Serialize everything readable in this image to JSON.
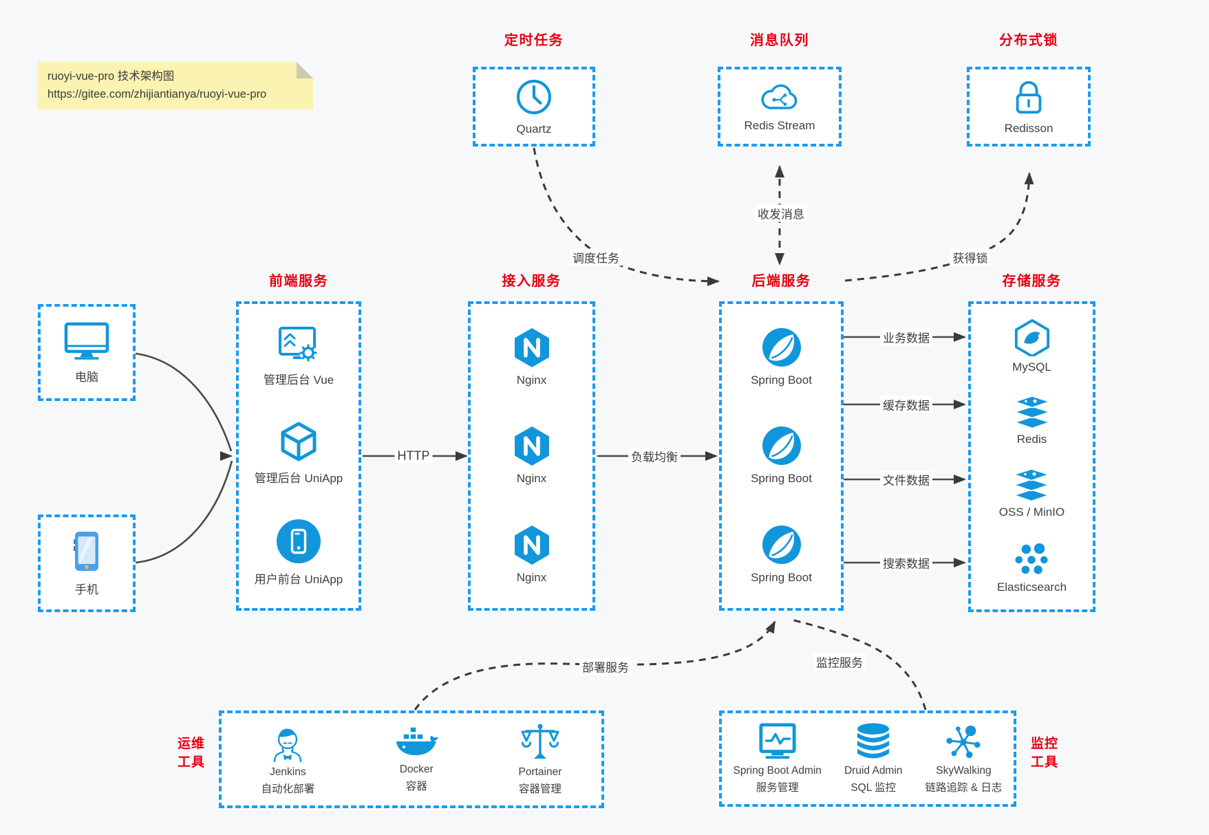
{
  "palette": {
    "accent_blue": "#1296db",
    "dash_border_blue": "#1b9bf0",
    "title_red": "#e60012",
    "note_yellow": "#faf3b2",
    "connector_dark": "#3a3a3a",
    "box_bg": "#ffffff",
    "canvas_bg": "#f7f8f9"
  },
  "note": {
    "line1": "ruoyi-vue-pro 技术架构图",
    "line2": "https://gitee.com/zhijiantianya/ruoyi-vue-pro"
  },
  "top_groups": [
    {
      "title": "定时任务",
      "item": {
        "icon": "clock-icon",
        "label": "Quartz"
      }
    },
    {
      "title": "消息队列",
      "item": {
        "icon": "cloud-mq-icon",
        "label": "Redis Stream"
      }
    },
    {
      "title": "分布式锁",
      "item": {
        "icon": "lock-icon",
        "label": "Redisson"
      }
    }
  ],
  "clients": [
    {
      "icon": "desktop-icon",
      "label": "电脑"
    },
    {
      "icon": "smartphone-icon",
      "label": "手机"
    }
  ],
  "columns": [
    {
      "title": "前端服务",
      "items": [
        {
          "icon": "admin-vue-icon",
          "label": "管理后台 Vue"
        },
        {
          "icon": "uniapp-cube-icon",
          "label": "管理后台 UniApp"
        },
        {
          "icon": "user-app-icon",
          "label": "用户前台 UniApp"
        }
      ]
    },
    {
      "title": "接入服务",
      "items": [
        {
          "icon": "nginx-icon",
          "label": "Nginx"
        },
        {
          "icon": "nginx-icon",
          "label": "Nginx"
        },
        {
          "icon": "nginx-icon",
          "label": "Nginx"
        }
      ]
    },
    {
      "title": "后端服务",
      "items": [
        {
          "icon": "spring-icon",
          "label": "Spring Boot"
        },
        {
          "icon": "spring-icon",
          "label": "Spring Boot"
        },
        {
          "icon": "spring-icon",
          "label": "Spring Boot"
        }
      ]
    },
    {
      "title": "存储服务",
      "items": [
        {
          "icon": "mysql-icon",
          "label": "MySQL"
        },
        {
          "icon": "redis-icon",
          "label": "Redis"
        },
        {
          "icon": "oss-icon",
          "label": "OSS / MinIO"
        },
        {
          "icon": "elasticsearch-icon",
          "label": "Elasticsearch"
        }
      ]
    }
  ],
  "bottom_groups": [
    {
      "side_label_line1": "运维",
      "side_label_line2": "工具",
      "items": [
        {
          "icon": "jenkins-icon",
          "name": "Jenkins",
          "desc": "自动化部署"
        },
        {
          "icon": "docker-icon",
          "name": "Docker",
          "desc": "容器"
        },
        {
          "icon": "portainer-icon",
          "name": "Portainer",
          "desc": "容器管理"
        }
      ]
    },
    {
      "side_label_line1": "监控",
      "side_label_line2": "工具",
      "items": [
        {
          "icon": "sba-icon",
          "name": "Spring Boot Admin",
          "desc": "服务管理"
        },
        {
          "icon": "druid-icon",
          "name": "Druid Admin",
          "desc": "SQL 监控"
        },
        {
          "icon": "skywalking-icon",
          "name": "SkyWalking",
          "desc": "链路追踪 & 日志"
        }
      ]
    }
  ],
  "edges": {
    "http": "HTTP",
    "load_balance": "负载均衡",
    "schedule": "调度任务",
    "message": "收发消息",
    "acquire_lock": "获得锁",
    "business_data": "业务数据",
    "cache_data": "缓存数据",
    "file_data": "文件数据",
    "search_data": "搜索数据",
    "deploy": "部署服务",
    "monitor": "监控服务"
  }
}
